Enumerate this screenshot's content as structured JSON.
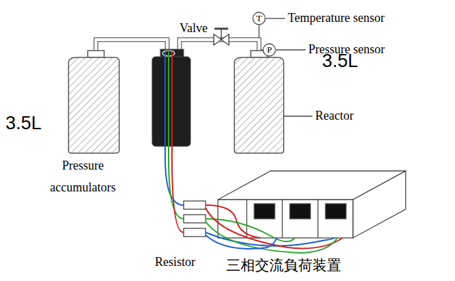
{
  "diagram": {
    "nodes": [
      {
        "text": [
          "T"
        ]
      },
      {
        "text": [
          "P"
        ]
      }
    ],
    "labels": [
      "Valve",
      "Temperature sensor",
      "Pressure sensor",
      "3.5L",
      "Reactor",
      "3.5L",
      "Pressure accumulators",
      "Resistor",
      "三相交流負荷装置"
    ]
  }
}
